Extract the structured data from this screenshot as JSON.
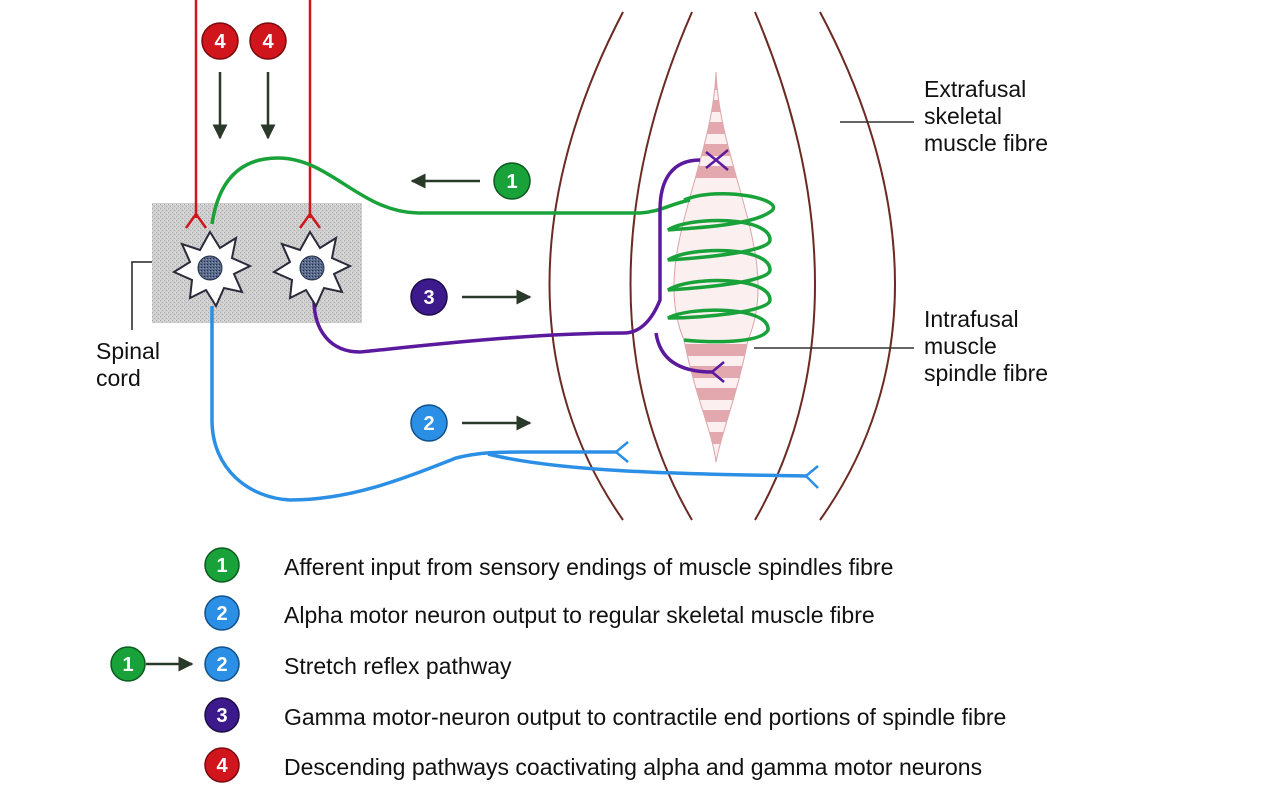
{
  "labels": {
    "spinal_cord": [
      "Spinal",
      "cord"
    ],
    "extrafusal": [
      "Extrafusal",
      "skeletal",
      "muscle fibre"
    ],
    "intrafusal": [
      "Intrafusal",
      "muscle",
      "spindle fibre"
    ]
  },
  "badges": {
    "descending_left": "4",
    "descending_right": "4",
    "afferent": "1",
    "gamma": "3",
    "alpha": "2"
  },
  "legend": [
    {
      "marker": "1",
      "text": "Afferent input from sensory endings of muscle spindles fibre",
      "color": "#1aa23a"
    },
    {
      "marker": "2",
      "text": "Alpha motor neuron output to regular skeletal muscle fibre",
      "color": "#2b8fe6"
    },
    {
      "marker": "1 → 2",
      "text": "Stretch reflex pathway",
      "color": "#2b8fe6"
    },
    {
      "marker": "3",
      "text": "Gamma motor-neuron output to contractile end portions of spindle fibre",
      "color": "#3c1a8c"
    },
    {
      "marker": "4",
      "text": "Descending pathways coactivating alpha and gamma motor neurons",
      "color": "#d0161c"
    }
  ],
  "colors": {
    "afferent_green": "#1aa23a",
    "alpha_blue": "#2b8fe6",
    "gamma_purple": "#5b1a9e",
    "descending_red": "#d0161c",
    "muscle_brown": "#6b2a22",
    "spinal_gray": "#c9c9c9"
  }
}
